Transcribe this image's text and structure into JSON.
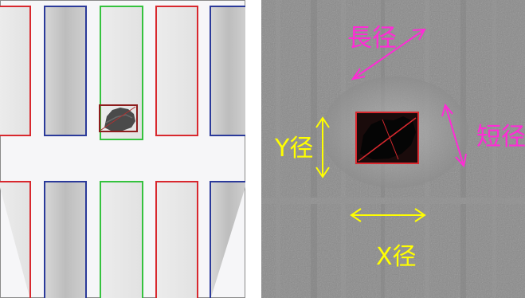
{
  "right_panel": {
    "labels": {
      "major_axis": "長径",
      "minor_axis": "短径",
      "y_axis": "Y径",
      "x_axis": "X径"
    },
    "colors": {
      "magenta_annotation": "#ff2bd6",
      "yellow_annotation": "#ffff00",
      "bounding_box": "#d8282e"
    }
  },
  "left_panel": {
    "colors": {
      "red_outline": "#d8282e",
      "blue_outline": "#2b3a9a",
      "green_outline": "#35c23e",
      "defect_box": "#8e1d1d"
    }
  }
}
